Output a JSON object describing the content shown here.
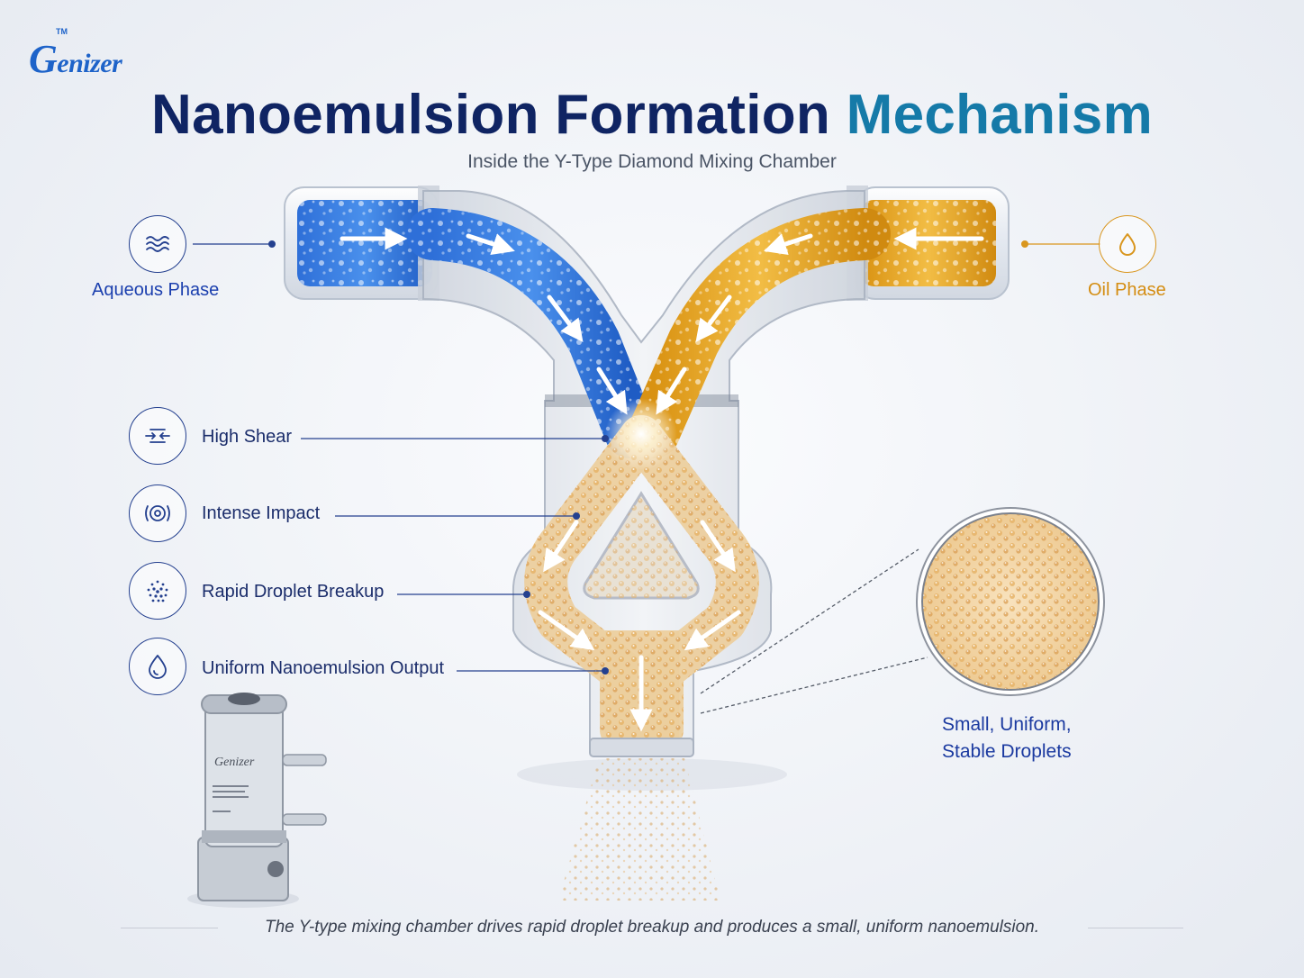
{
  "brand": {
    "name_initial": "G",
    "name_rest": "enizer",
    "trademark": "TM"
  },
  "title": {
    "main": "Nanoemulsion Formation",
    "accent": "Mechanism"
  },
  "subtitle": "Inside the Y-Type Diamond Mixing Chamber",
  "inputs": {
    "aqueous": {
      "label": "Aqueous Phase",
      "icon": "waves-icon",
      "color": "#1e63c9"
    },
    "oil": {
      "label": "Oil Phase",
      "icon": "droplet-icon",
      "color": "#e0a020"
    }
  },
  "steps": [
    {
      "label": "High Shear",
      "icon": "shear-arrows-icon"
    },
    {
      "label": "Intense Impact",
      "icon": "impact-rings-icon"
    },
    {
      "label": "Rapid Droplet Breakup",
      "icon": "dots-burst-icon"
    },
    {
      "label": "Uniform Nanoemulsion Output",
      "icon": "droplet-icon"
    }
  ],
  "magnifier": {
    "line1": "Small, Uniform,",
    "line2": "Stable Droplets"
  },
  "device": {
    "brand": "Genizer"
  },
  "caption": "The Y-type mixing chamber drives rapid droplet breakup and produces a small, uniform nanoemulsion."
}
